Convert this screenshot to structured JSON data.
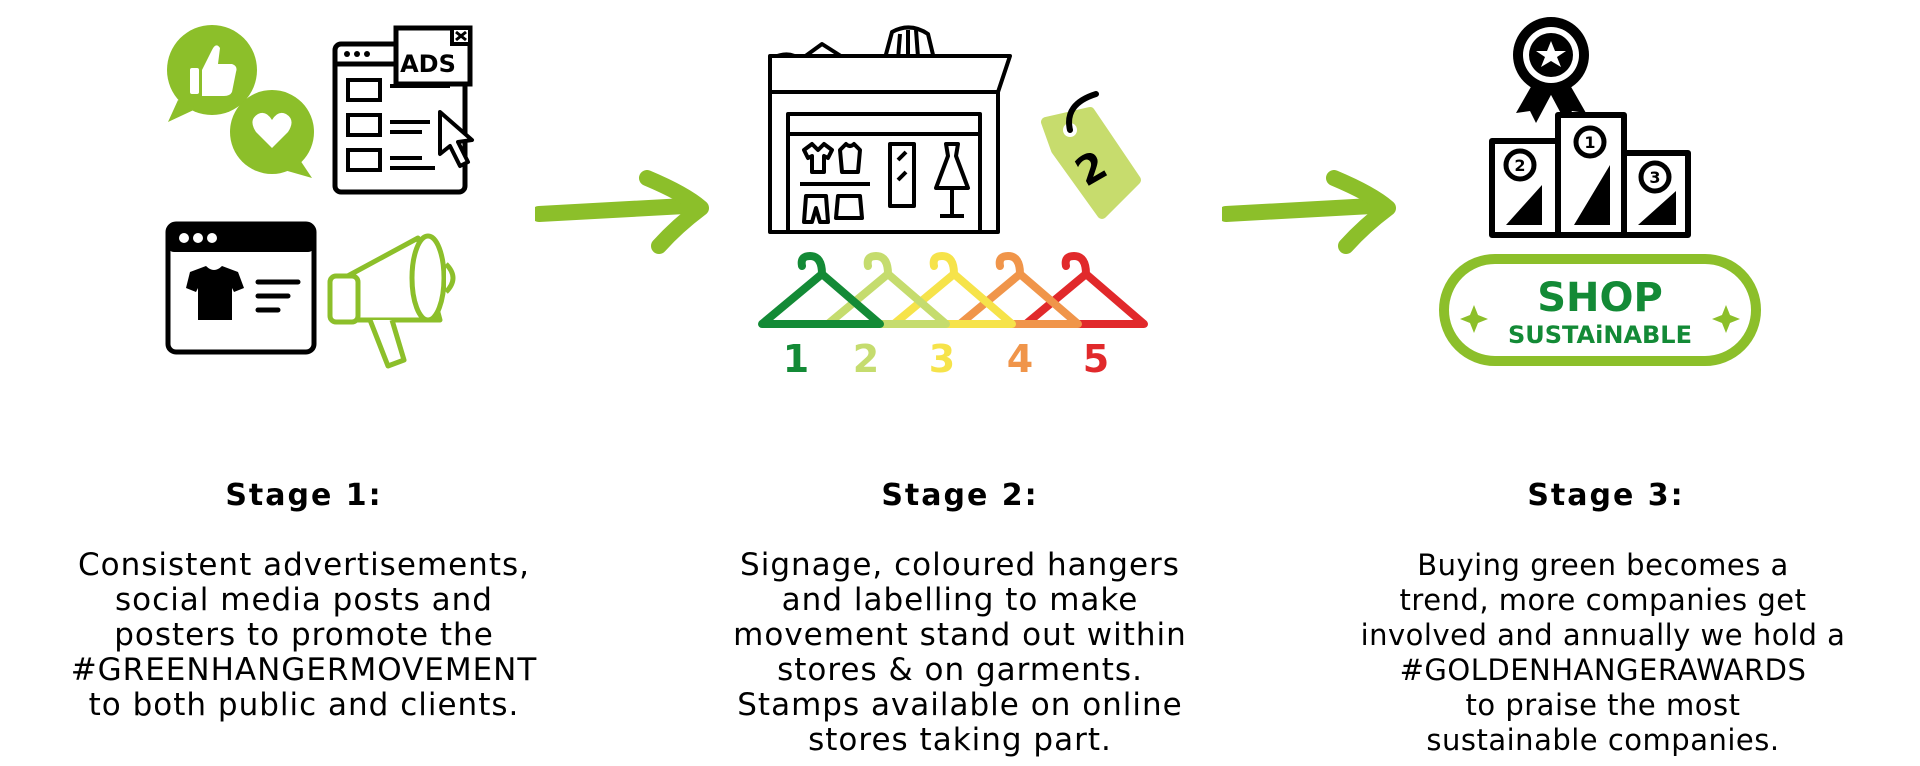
{
  "stages": [
    {
      "heading": "Stage 1:",
      "lines": [
        "Consistent advertisements,",
        "social media posts and",
        "posters to promote the",
        "#GREENHANGERMOVEMENT",
        "to both public and clients."
      ],
      "ads_label": "ADS"
    },
    {
      "heading": "Stage 2:",
      "lines": [
        "Signage, coloured hangers",
        "and labelling to make",
        "movement stand out within",
        "stores & on garments.",
        "Stamps available on online",
        "stores taking part."
      ],
      "tag_number": "2",
      "hangers": [
        {
          "label": "1",
          "color": "#138a36"
        },
        {
          "label": "2",
          "color": "#c5dc6e"
        },
        {
          "label": "3",
          "color": "#f6e34a"
        },
        {
          "label": "4",
          "color": "#f0954a"
        },
        {
          "label": "5",
          "color": "#e1292b"
        }
      ]
    },
    {
      "heading": "Stage 3:",
      "lines": [
        "Buying green becomes a",
        "trend, more companies get",
        "involved and annually we hold a",
        "#GOLDENHANGERAWARDS",
        "to praise the most",
        "sustainable companies."
      ],
      "podium": [
        "2",
        "1",
        "3"
      ],
      "badge_line1": "SHOP",
      "badge_line2": "SUSTAiNABLE"
    }
  ],
  "colors": {
    "accent_green": "#8cbf2a",
    "dark_green": "#138a36",
    "tag_green": "#c7dc6d"
  }
}
